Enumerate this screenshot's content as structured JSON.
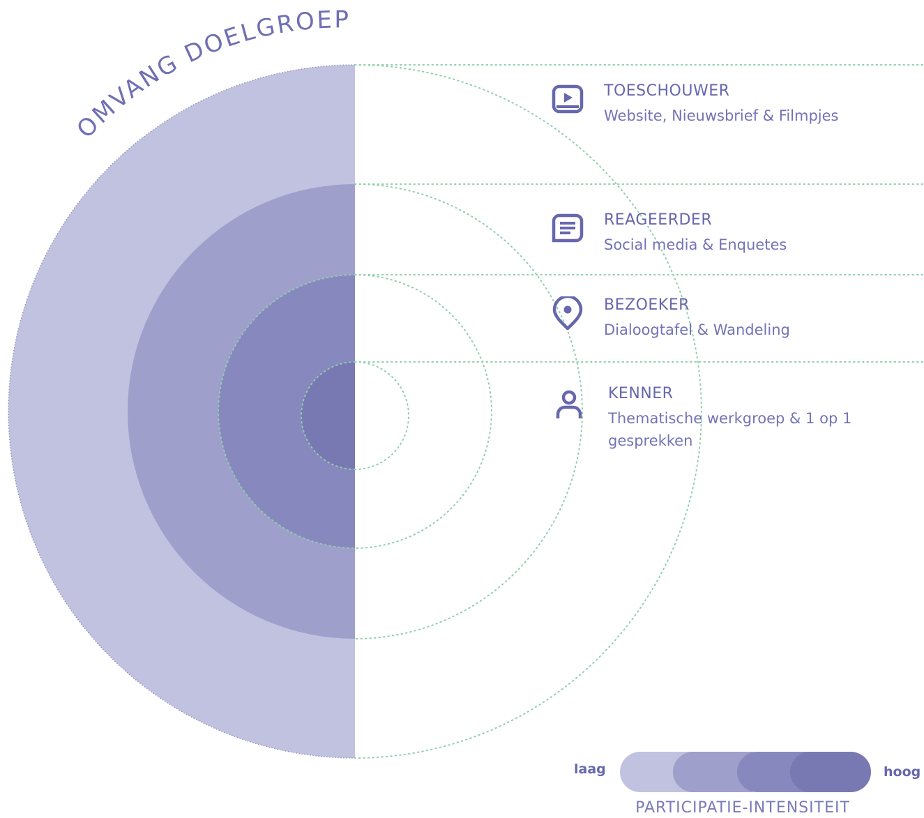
{
  "title": "OMVANG DOELGROEP",
  "roles": [
    {
      "title": "TOESCHOUWER",
      "desc": "Website, Nieuwsbrief & Filmpjes",
      "icon": "video-player-icon"
    },
    {
      "title": "REAGEERDER",
      "desc": "Social media & Enquetes",
      "icon": "chat-message-icon"
    },
    {
      "title": "BEZOEKER",
      "desc": "Dialoogtafel & Wandeling",
      "icon": "location-pin-icon"
    },
    {
      "title": "KENNER",
      "desc_line1": "Thematische werkgroep & 1 op 1",
      "desc_line2": "gesprekken",
      "icon": "person-icon"
    }
  ],
  "scale": {
    "low": "laag",
    "high": "hoog",
    "caption": "PARTICIPATIE-INTENSITEIT"
  },
  "colors": {
    "ring1": "#c1c2df",
    "ring2": "#9e9fcb",
    "ring3": "#8788bd",
    "ring4": "#7879b2",
    "dotted_line": "#8fcfae",
    "text": "#6767ad"
  }
}
